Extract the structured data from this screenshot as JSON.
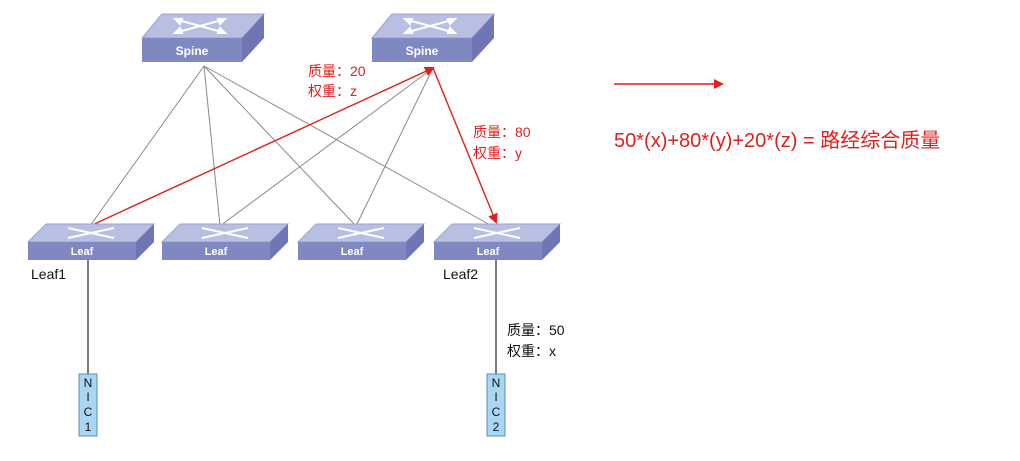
{
  "switches": {
    "spine1": {
      "label": "Spine"
    },
    "spine2": {
      "label": "Spine"
    },
    "leaf1": {
      "label": "Leaf",
      "name": "Leaf1"
    },
    "leaf_b": {
      "label": "Leaf"
    },
    "leaf_c": {
      "label": "Leaf"
    },
    "leaf2": {
      "label": "Leaf",
      "name": "Leaf2"
    }
  },
  "nics": {
    "nic1": [
      "N",
      "I",
      "C",
      "1"
    ],
    "nic2": [
      "N",
      "I",
      "C",
      "2"
    ]
  },
  "annotations": {
    "spine_leaf1": {
      "quality": "质量：20",
      "weight": "权重：z"
    },
    "spine_leaf2": {
      "quality": "质量：80",
      "weight": "权重：y"
    },
    "leaf2_nic2": {
      "quality": "质量：50",
      "weight": "权重：x"
    }
  },
  "formula": "50*(x)+80*(y)+20*(z) = 路经综合质量",
  "colors": {
    "path_red": "#e0201b",
    "link_gray": "#8a8a8a",
    "switch_top": "#b9bfe2",
    "switch_side": "#8890c4",
    "switch_front": "#7f88c0",
    "nic_fill": "#a9d6f2"
  }
}
